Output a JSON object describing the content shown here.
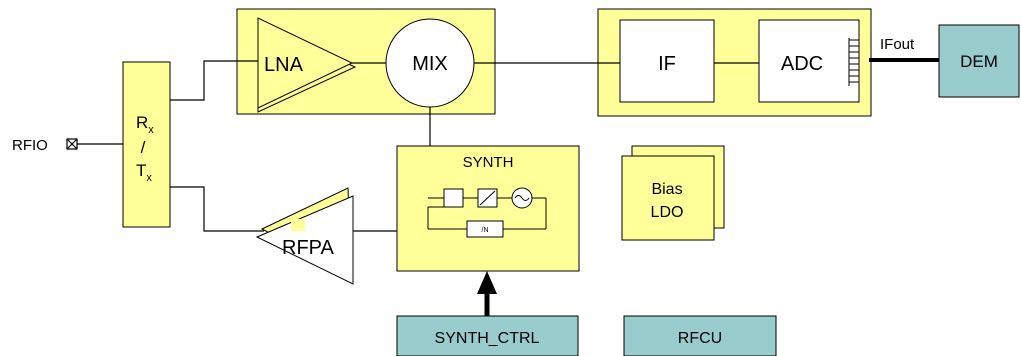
{
  "blocks": {
    "lna": "LNA",
    "mix": "MIX",
    "if": "IF",
    "adc": "ADC",
    "dem": "DEM",
    "rx": "R",
    "rx_sub": "x",
    "slash": "/",
    "tx": "T",
    "tx_sub": "x",
    "synth": "SYNTH",
    "divider": "/N",
    "bias": "Bias",
    "ldo": "LDO",
    "rfpa": "RFPA",
    "synth_ctrl": "SYNTH_CTRL",
    "rfcu": "RFCU"
  },
  "signals": {
    "rfio": "RFIO",
    "ifout": "IFout"
  },
  "colors": {
    "block_fill": "#ffff99",
    "ctrl_fill": "#99cccc",
    "stroke": "#000000"
  }
}
